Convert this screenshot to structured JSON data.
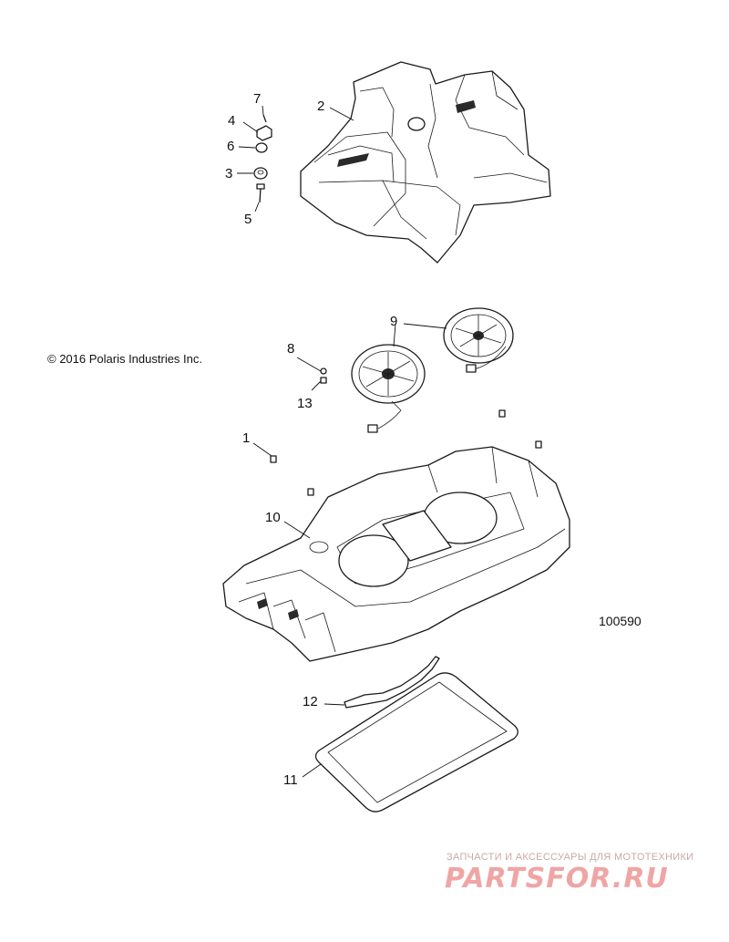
{
  "diagram": {
    "copyright": "© 2016 Polaris Industries Inc.",
    "drawing_number": "100590",
    "callouts": {
      "c1": "1",
      "c2": "2",
      "c3": "3",
      "c4": "4",
      "c5": "5",
      "c6": "6",
      "c7": "7",
      "c8": "8",
      "c9": "9",
      "c10": "10",
      "c11": "11",
      "c12": "12",
      "c13": "13"
    }
  },
  "watermark": {
    "tagline": "ЗАПЧАСТИ И АКСЕССУАРЫ ДЛЯ МОТОТЕХНИКИ",
    "brand": "PARTSFOR.RU",
    "color": "#f0a5a5"
  }
}
